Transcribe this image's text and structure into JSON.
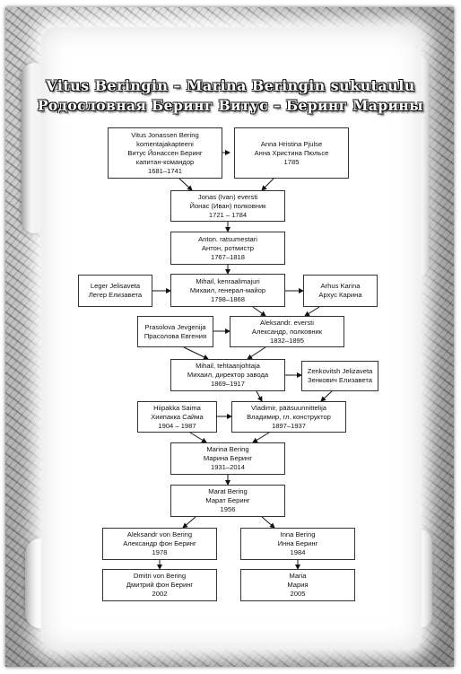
{
  "title": {
    "line1": "Vitus Beringin – Marina Beringin sukutaulu",
    "line2": "Родословная Беринг Витус – Беринг Марины"
  },
  "persons": {
    "vitus": [
      "Vitus Jonassen Bering",
      "komentajakapteeni",
      "Витус Йонассен Беринг",
      "капитан-командор",
      "1681–1741"
    ],
    "anna": [
      "Anna Hristina Pjulse",
      "Анна Христина Пюльсе",
      "1785"
    ],
    "jonas": [
      "Jonas (Ivan)  eversti",
      "Йонас (Иван) полковник",
      "1721 – 1784"
    ],
    "anton": [
      "Anton. ratsumestari",
      "Антон, ротмистр",
      "1767–1818"
    ],
    "leger": [
      "Leger Jelisaveta",
      "Легер Елизавета"
    ],
    "mihail1": [
      "Mihail, kenraalimajuri",
      "Михаил, генерал-майор",
      "1798–1868"
    ],
    "arhus": [
      "Arhus Karina",
      "Архус Карина"
    ],
    "prasolova": [
      "Prasolova Jevgenija",
      "Прасолова Евгения"
    ],
    "aleksandr1": [
      "Aleksandr. eversti",
      "Александр, полковник",
      "1832–1895"
    ],
    "mihail2": [
      "Mihail, tehtaanjohtaja",
      "Михаил, директор завода",
      "1869–1917"
    ],
    "zenkovitsh": [
      "Zenkovitsh Jelizaveta",
      "Зенкович Елизавета"
    ],
    "hiipakka": [
      "Hiipakka Saima",
      "Хиипакка Сайма",
      "1904 – 1987"
    ],
    "vladimir": [
      "Vladimir, pääsuunnittelija",
      "Владимир, гл. конструктор",
      "1897–1937"
    ],
    "marina": [
      "Marina Bering",
      "Марина Беринг",
      "1931–2014"
    ],
    "marat": [
      "Marat Bering",
      "Марат Беринг",
      "1956"
    ],
    "aleksandr2": [
      "Aleksandr von Bering",
      "Александр фон Беринг",
      "1978"
    ],
    "inna": [
      "Inna Bering",
      "Инна Беринг",
      "1984"
    ],
    "dmitri": [
      "Dmitri von Bering",
      "Дмитрий фон Беринг",
      "2002"
    ],
    "maria": [
      "Maria",
      "Мария",
      "2005"
    ]
  }
}
